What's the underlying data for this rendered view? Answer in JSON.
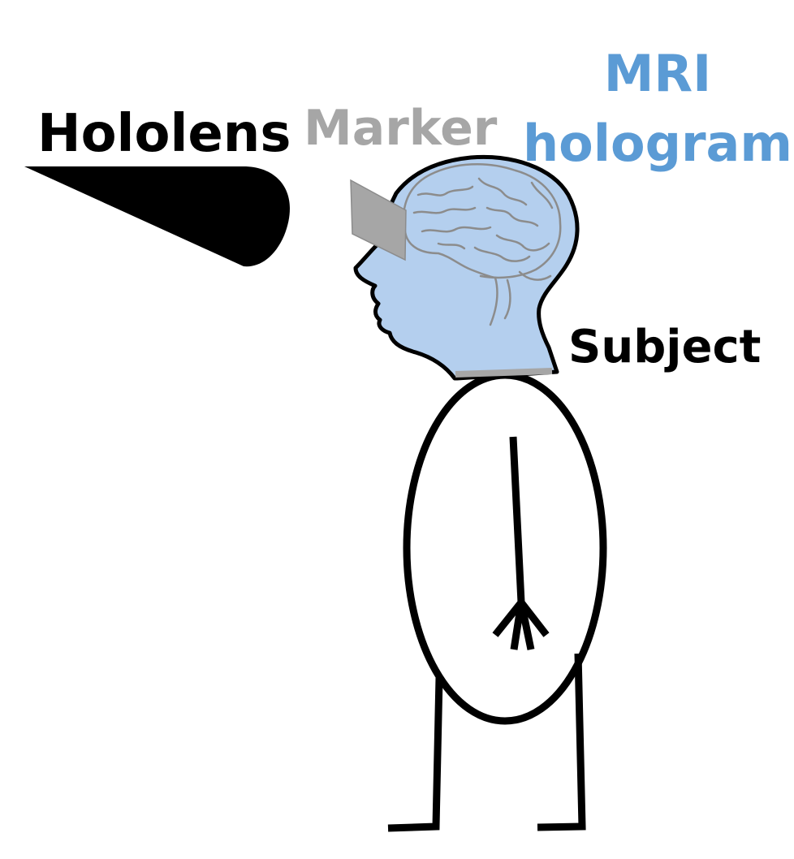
{
  "labels": {
    "hololens": "Hololens",
    "marker": "Marker",
    "mri_line1": "MRI",
    "mri_line2": "hologram",
    "subject": "Subject"
  },
  "colors": {
    "text_black": "#000000",
    "marker_text": "#a6a6a6",
    "mri_text": "#5b9bd5",
    "head_fill": "#b4cfee",
    "brain_stroke": "#8c8c8c",
    "marker_fill": "#a6a6a6",
    "neck_band": "#a6a6a6"
  },
  "icons": {
    "device": "hololens-device-icon",
    "marker": "marker-card-icon",
    "brain": "brain-icon",
    "person": "stick-figure-icon"
  }
}
